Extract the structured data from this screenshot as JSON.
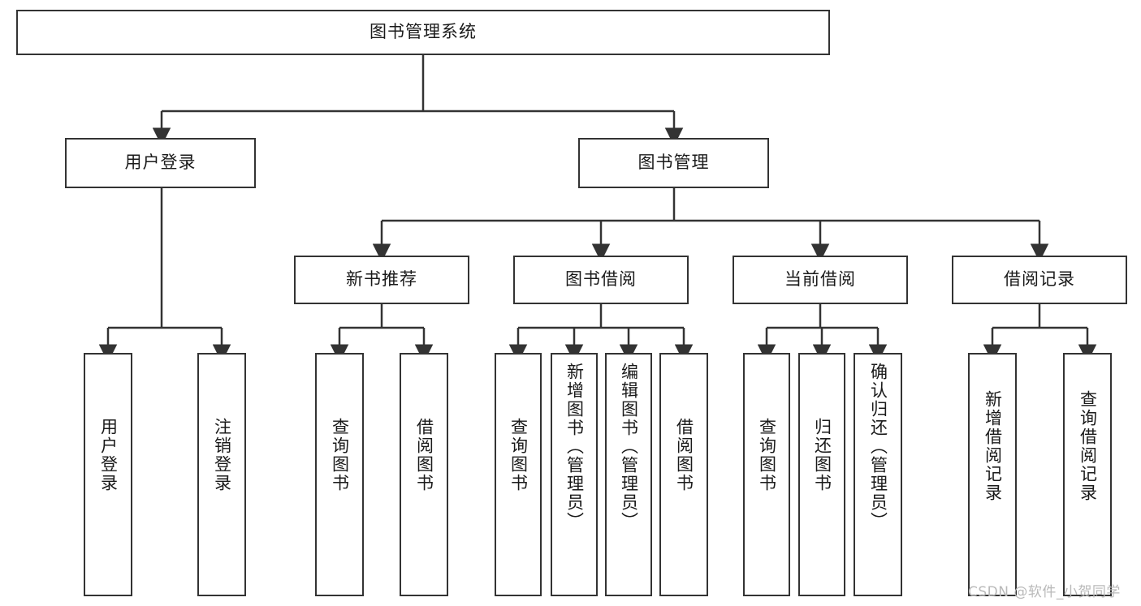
{
  "diagram": {
    "title": "图书管理系统",
    "type": "tree-hierarchy-chart",
    "colors": {
      "node_border": "#333333",
      "node_fill": "#ffffff",
      "edge": "#333333",
      "text": "#1a1a1a",
      "watermark": "#b9b9b9",
      "background": "#ffffff"
    },
    "watermark": "CSDN @软件_小贺同学",
    "root": {
      "label": "图书管理系统"
    },
    "level2": [
      {
        "label": "用户登录"
      },
      {
        "label": "图书管理"
      }
    ],
    "level3": [
      {
        "label": "新书推荐"
      },
      {
        "label": "图书借阅"
      },
      {
        "label": "当前借阅"
      },
      {
        "label": "借阅记录"
      }
    ],
    "leaves": {
      "user_login": [
        {
          "label": "用户登录"
        },
        {
          "label": "注销登录"
        }
      ],
      "new_book_recommend": [
        {
          "label": "查询图书"
        },
        {
          "label": "借阅图书"
        }
      ],
      "book_borrow": [
        {
          "label": "查询图书"
        },
        {
          "label": "新增图书（管理员）"
        },
        {
          "label": "编辑图书（管理员）"
        },
        {
          "label": "借阅图书"
        }
      ],
      "current_borrow": [
        {
          "label": "查询图书"
        },
        {
          "label": "归还图书"
        },
        {
          "label": "确认归还（管理员）"
        }
      ],
      "borrow_record": [
        {
          "label": "新增借阅记录"
        },
        {
          "label": "查询借阅记录"
        }
      ]
    }
  }
}
